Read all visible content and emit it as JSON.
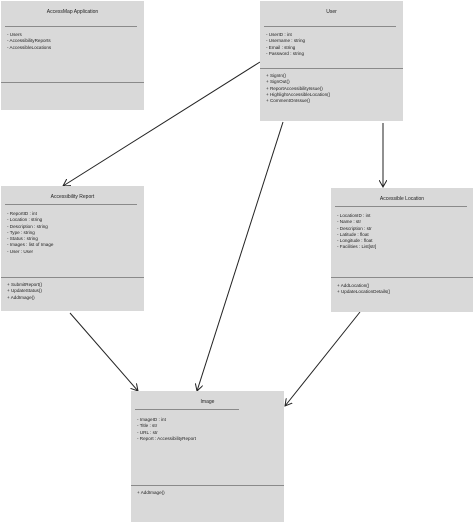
{
  "classes": {
    "accessmap_application": {
      "name": "AccessMap Application",
      "attributes": [
        "- Users",
        "- AccessibilityReports",
        "- AccessibleLocations"
      ],
      "methods": []
    },
    "user": {
      "name": "User",
      "attributes": [
        "- UserID : int",
        "- Username : string",
        "- Email : string",
        "- Password : string"
      ],
      "methods": [
        "+ SignIn()",
        "+ SignOut()",
        "+ ReportAccessibilityIssue()",
        "+ HighlightAccessibleLocation()",
        "+ CommentOnIssue()"
      ]
    },
    "accessibility_report": {
      "name": "Accessibility Report",
      "attributes": [
        "- ReportID : int",
        "- Location : string",
        "- Description : string",
        "- Type : string",
        "- Status : string",
        "- Images : list of Image",
        "- User : User"
      ],
      "methods": [
        "+ SubmitReport()",
        "+ UpdateStatus()",
        "+ AddImage()"
      ]
    },
    "accessible_location": {
      "name": "Accessible Location",
      "attributes": [
        "- LocationID : int",
        "- Name : str",
        "- Description : str",
        "- Latitude : float",
        "- Longitude : float",
        "- Facilities : List[str]"
      ],
      "methods": [
        "+ AddLocation()",
        "+ UpdateLocationDetails()"
      ]
    },
    "image": {
      "name": "Image",
      "attributes": [
        "- ImageID : int",
        "- Title : str",
        "- URL : str",
        "- Report : AccessibilityReport"
      ],
      "methods": [
        "+ AddImage()"
      ]
    }
  }
}
